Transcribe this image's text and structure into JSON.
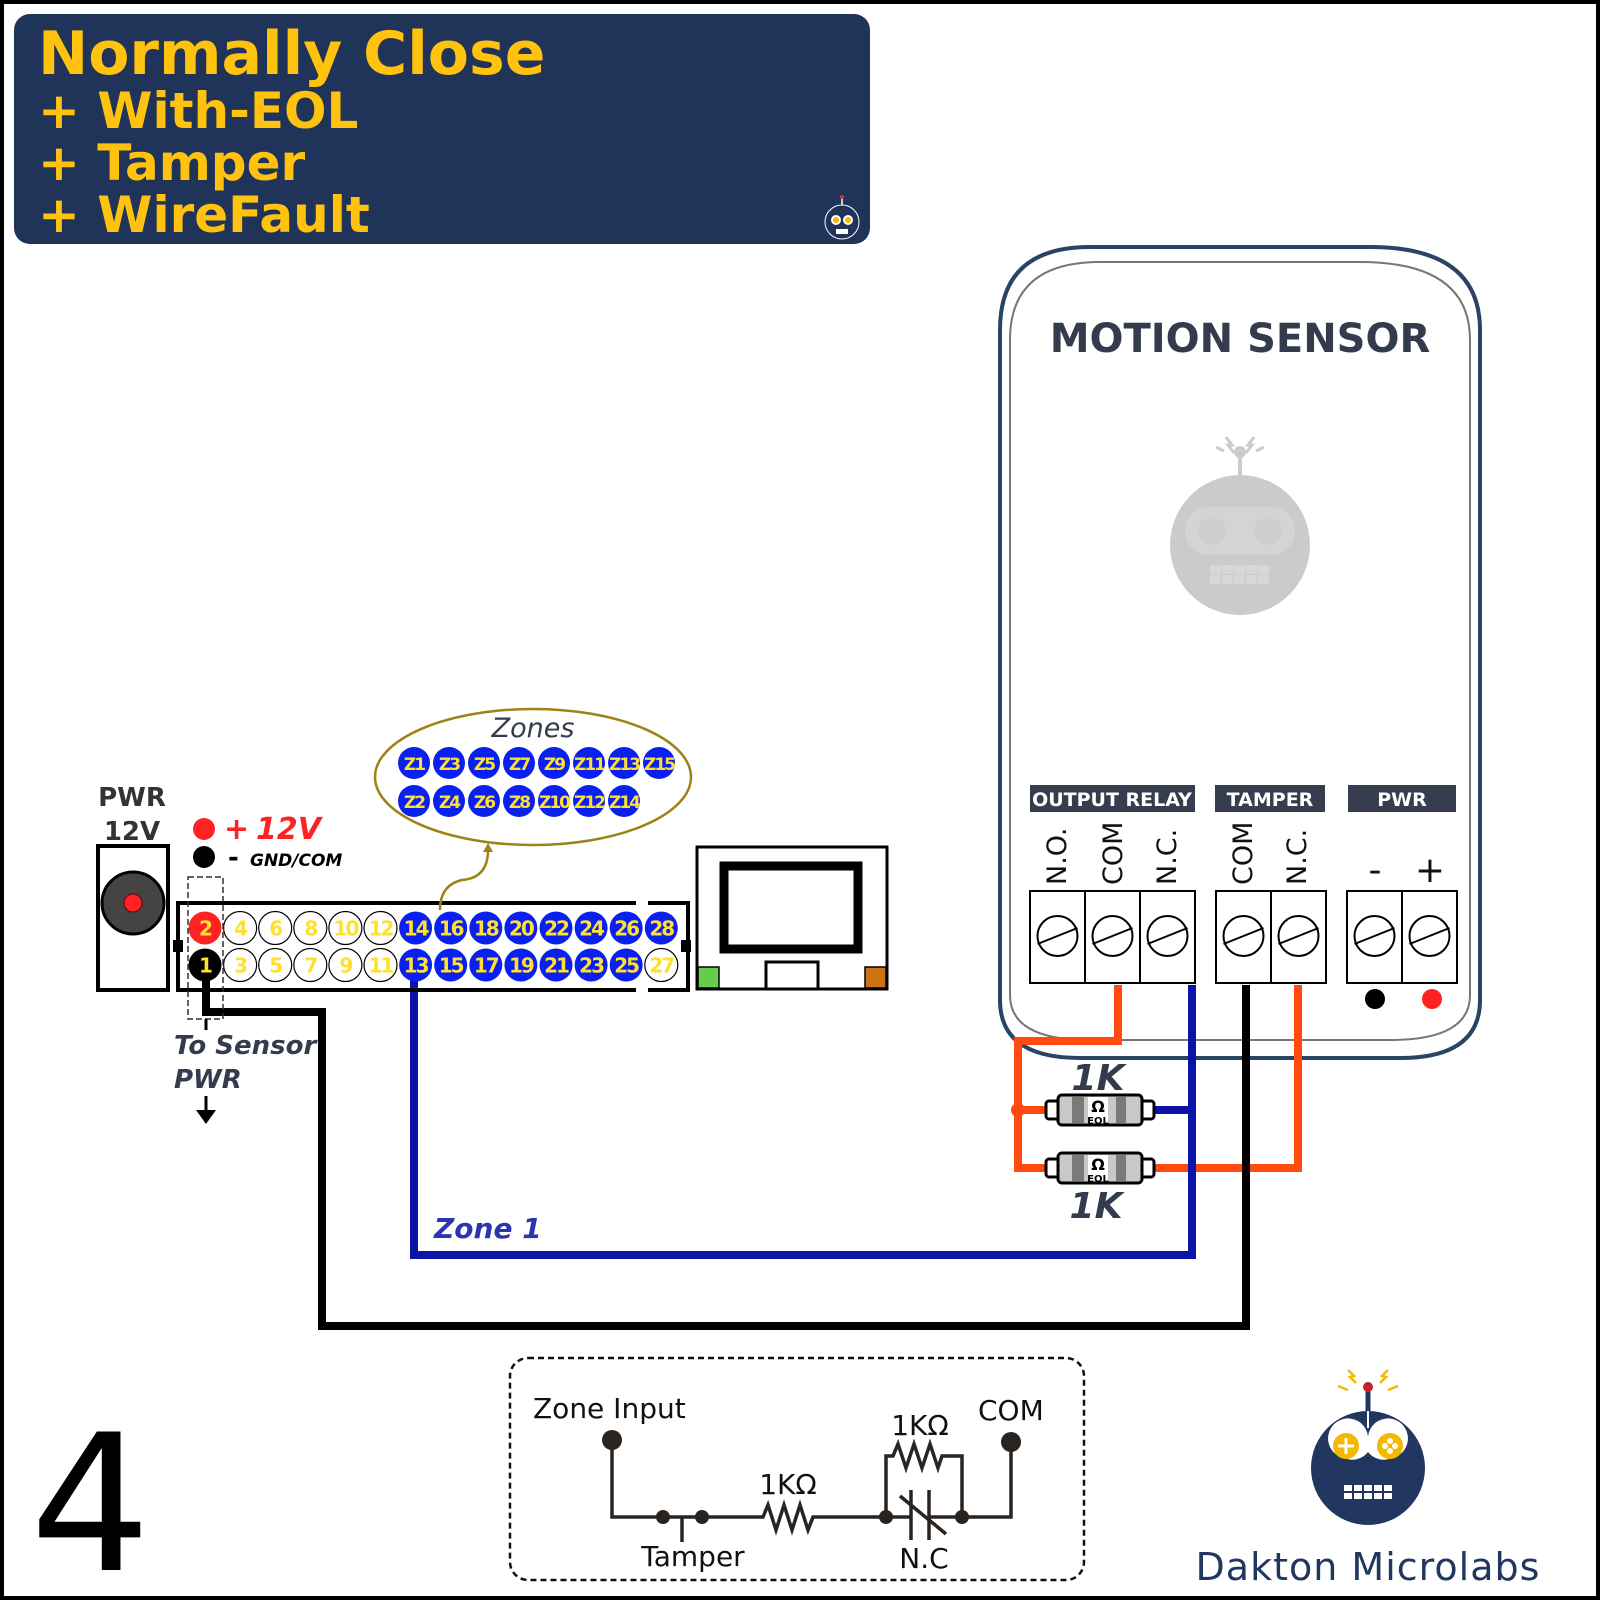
{
  "header": {
    "lines": [
      "Normally Close",
      "+ With-EOL",
      "+ Tamper",
      "+ WireFault"
    ],
    "bg_color": "#203359",
    "text_color": "#FFC20E"
  },
  "page_number": "4",
  "power_jack": {
    "label_line1": "PWR",
    "label_line2": "12V"
  },
  "legend": {
    "positive_symbol": "+",
    "positive_label": "12V",
    "negative_symbol": "-",
    "negative_label": "GND/COM",
    "positive_color": "#FF2222",
    "negative_color": "#000000"
  },
  "to_sensor_pwr": {
    "line1": "To Sensor",
    "line2": "PWR"
  },
  "terminal_block": {
    "top_row": [
      {
        "n": "2",
        "style": "red"
      },
      {
        "n": "4",
        "style": "empty"
      },
      {
        "n": "6",
        "style": "empty"
      },
      {
        "n": "8",
        "style": "empty"
      },
      {
        "n": "10",
        "style": "empty"
      },
      {
        "n": "12",
        "style": "empty"
      },
      {
        "n": "14",
        "style": "blue"
      },
      {
        "n": "16",
        "style": "blue"
      },
      {
        "n": "18",
        "style": "blue"
      },
      {
        "n": "20",
        "style": "blue"
      },
      {
        "n": "22",
        "style": "blue"
      },
      {
        "n": "24",
        "style": "blue"
      },
      {
        "n": "26",
        "style": "blue"
      },
      {
        "n": "28",
        "style": "blue"
      }
    ],
    "bottom_row": [
      {
        "n": "1",
        "style": "black"
      },
      {
        "n": "3",
        "style": "empty"
      },
      {
        "n": "5",
        "style": "empty"
      },
      {
        "n": "7",
        "style": "empty"
      },
      {
        "n": "9",
        "style": "empty"
      },
      {
        "n": "11",
        "style": "empty"
      },
      {
        "n": "13",
        "style": "blue"
      },
      {
        "n": "15",
        "style": "blue"
      },
      {
        "n": "17",
        "style": "blue"
      },
      {
        "n": "19",
        "style": "blue"
      },
      {
        "n": "21",
        "style": "blue"
      },
      {
        "n": "23",
        "style": "blue"
      },
      {
        "n": "25",
        "style": "blue"
      },
      {
        "n": "27",
        "style": "empty"
      }
    ]
  },
  "zones_callout": {
    "title": "Zones",
    "row1": [
      "Z1",
      "Z3",
      "Z5",
      "Z7",
      "Z9",
      "Z11",
      "Z13",
      "Z15"
    ],
    "row2": [
      "Z2",
      "Z4",
      "Z6",
      "Z8",
      "Z10",
      "Z12",
      "Z14"
    ]
  },
  "motion_sensor": {
    "title": "MOTION SENSOR",
    "groups": [
      {
        "label": "OUTPUT RELAY",
        "terminals": [
          "N.O.",
          "COM",
          "N.C."
        ]
      },
      {
        "label": "TAMPER",
        "terminals": [
          "COM",
          "N.C."
        ]
      },
      {
        "label": "PWR",
        "terminals": [
          "-",
          "+"
        ]
      }
    ]
  },
  "resistors": [
    {
      "value_label": "1K",
      "symbol": "Ω",
      "tag": "EOL"
    },
    {
      "value_label": "1K",
      "symbol": "Ω",
      "tag": "EOL"
    }
  ],
  "wire_labels": {
    "zone1": "Zone 1"
  },
  "wire_colors": {
    "zone": "#0A14A8",
    "eol": "#FF4A10",
    "common": "#000000"
  },
  "schematic": {
    "zone_input": "Zone Input",
    "com": "COM",
    "tamper": "Tamper",
    "nc": "N.C",
    "series_resistor": "1KΩ",
    "parallel_resistor": "1KΩ"
  },
  "brand": {
    "name": "Dakton Microlabs",
    "color": "#223760",
    "accent": "#F5B800"
  }
}
